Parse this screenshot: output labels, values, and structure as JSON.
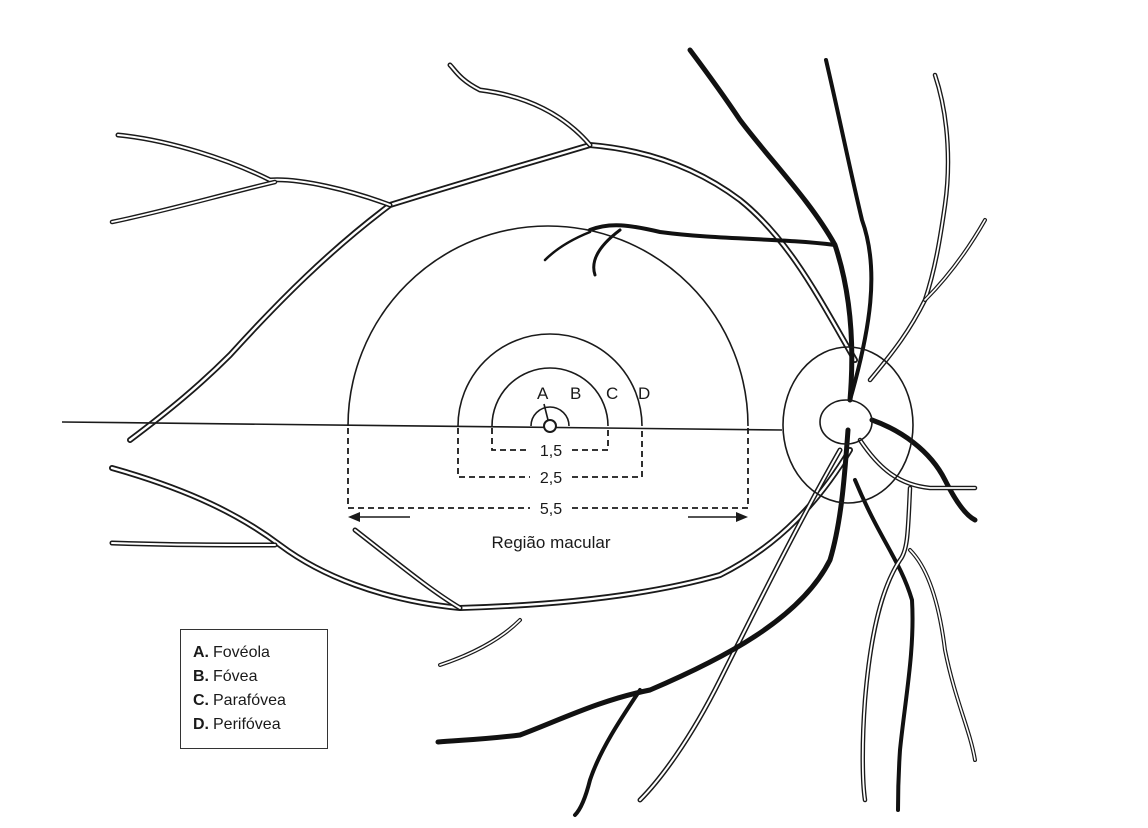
{
  "zones": [
    {
      "key": "A",
      "name": "Fovéola"
    },
    {
      "key": "B",
      "name": "Fóvea"
    },
    {
      "key": "C",
      "name": "Parafóvea"
    },
    {
      "key": "D",
      "name": "Perifóvea"
    }
  ],
  "legend": [
    {
      "key": "A.",
      "name": "Fovéola"
    },
    {
      "key": "B.",
      "name": "Fóvea"
    },
    {
      "key": "C.",
      "name": "Parafóvea"
    },
    {
      "key": "D.",
      "name": "Perifóvea"
    }
  ],
  "dimensions": [
    "1,5",
    "2,5",
    "5,5"
  ],
  "region_label": "Região macular",
  "colors": {
    "line": "#1a1a1a",
    "background": "#ffffff"
  }
}
